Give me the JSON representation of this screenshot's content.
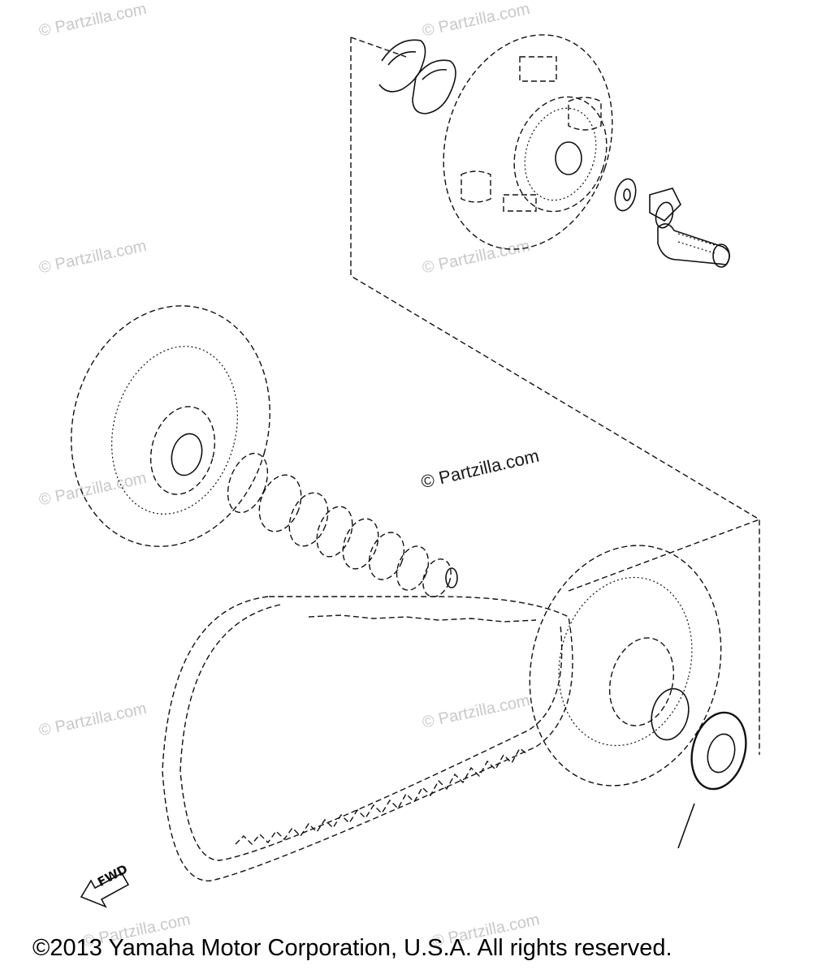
{
  "watermarks": {
    "text": "© Partzilla.com"
  },
  "diagram": {
    "center_mark": "© Partzilla.com",
    "fwd_label": "FWD"
  },
  "footer": {
    "copyright": "©2013  Yamaha Motor Corporation, U.S.A. All rights reserved."
  }
}
